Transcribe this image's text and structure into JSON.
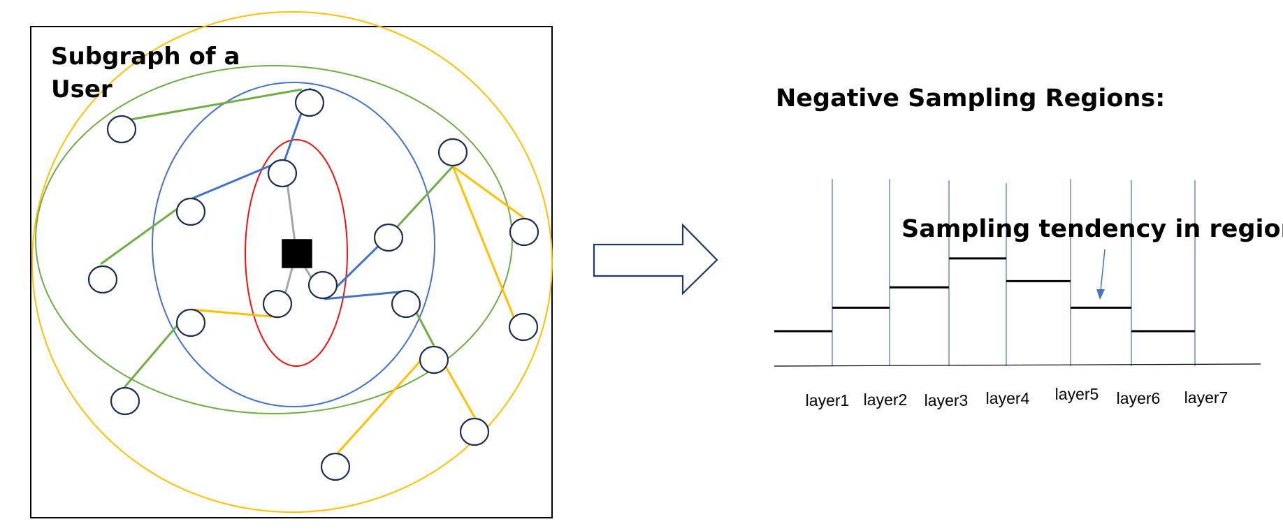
{
  "left_panel": {
    "title_line1": "Subgraph of a",
    "title_line2": "User"
  },
  "right_panel": {
    "title": "Negative Sampling Regions:",
    "annotation": "Sampling tendency in regions",
    "layers": [
      "layer1",
      "layer2",
      "layer3",
      "layer4",
      "layer5",
      "layer6",
      "layer7"
    ],
    "tendency_levels": [
      0.0,
      0.3,
      0.56,
      0.93,
      0.64,
      0.3,
      0.0
    ]
  },
  "colors": {
    "frame": "#000000",
    "center_node": "#000000",
    "node_outline": "#1f2d4d",
    "region_1": "#ee1111",
    "region_2": "#4472c4",
    "region_3": "#70ad47",
    "region_4": "#ffc000",
    "edge_center": "#a6a6a6",
    "layer_divider": "#4472c4",
    "tendency_step": "#000000",
    "annotation_arrow": "#4472c4",
    "arrow_outline": "#1f3864"
  }
}
